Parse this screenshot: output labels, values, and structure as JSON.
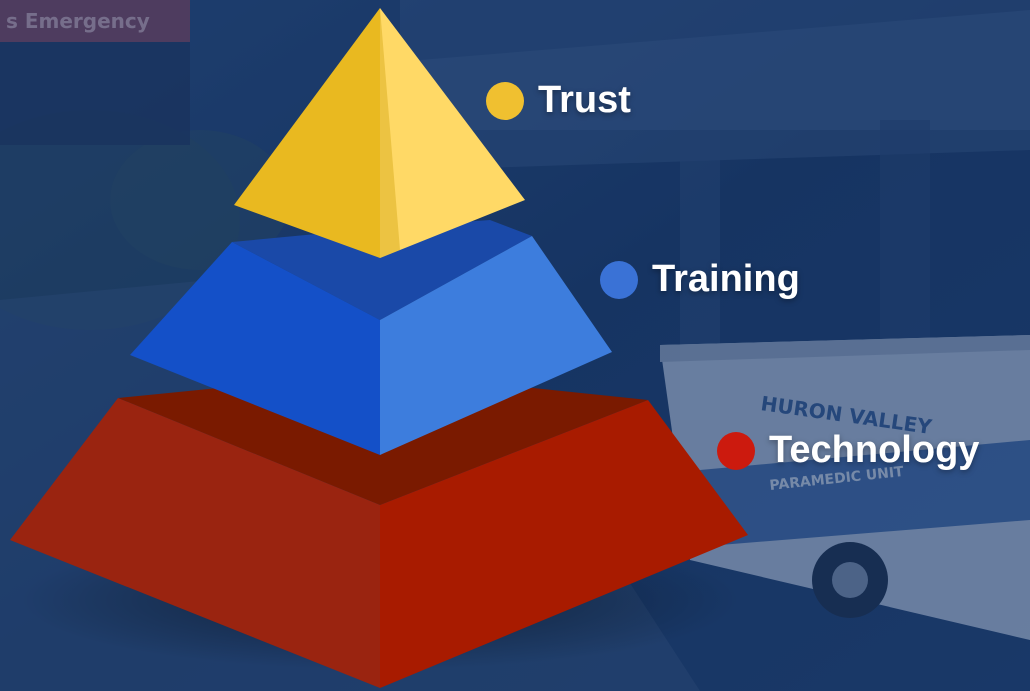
{
  "background": {
    "sign_text": "s Emergency",
    "ambulance_name": "HURON VALLEY",
    "ambulance_unit": "PARAMEDIC UNIT"
  },
  "pyramid": {
    "tiers": [
      {
        "label": "Trust",
        "color": "#f0c030"
      },
      {
        "label": "Training",
        "color": "#3a72d6"
      },
      {
        "label": "Technology",
        "color": "#cc1a0e"
      }
    ]
  },
  "colors": {
    "trust_light": "#ffd966",
    "trust_dark": "#c99a00",
    "training_light": "#3d7ddd",
    "training_dark": "#1450c8",
    "technology_light": "#a81b00",
    "technology_dark": "#9a2410"
  }
}
